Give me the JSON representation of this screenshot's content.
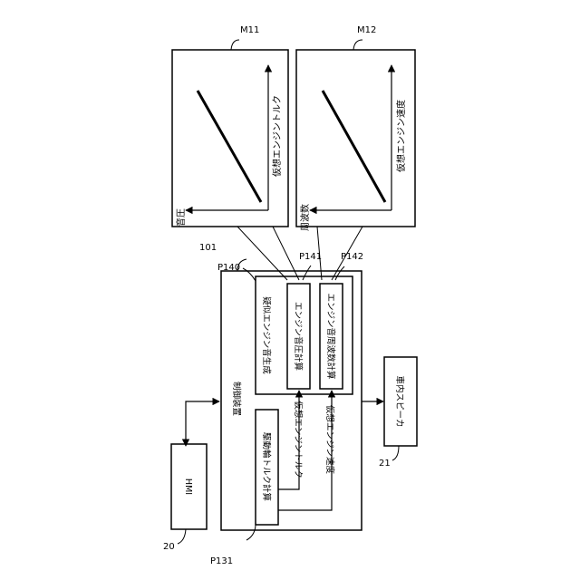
{
  "graphs": {
    "m11": {
      "ref": "M11",
      "x_axis_label": "仮想エンジントルク",
      "y_axis_label": "音圧"
    },
    "m12": {
      "ref": "M12",
      "x_axis_label": "仮想エンジン速度",
      "y_axis_label": "周波数"
    }
  },
  "control_device": {
    "ref": "101",
    "label": "制御装置",
    "pseudo_sound_block": {
      "ref": "P140",
      "label": "疑似エンジン音生成",
      "pressure_calc": {
        "ref": "P141",
        "label": "エンジン音圧計算"
      },
      "frequency_calc": {
        "ref": "P142",
        "label": "エンジン音周波数計算"
      }
    },
    "torque_calc": {
      "ref": "P131",
      "label": "駆動輪トルク計算"
    },
    "signal_torque": "仮想エンジントルク",
    "signal_speed": "仮想エンジン速度"
  },
  "hmi": {
    "ref": "20",
    "label": "HMI"
  },
  "speaker": {
    "ref": "21",
    "label": "車内スピーカ"
  }
}
